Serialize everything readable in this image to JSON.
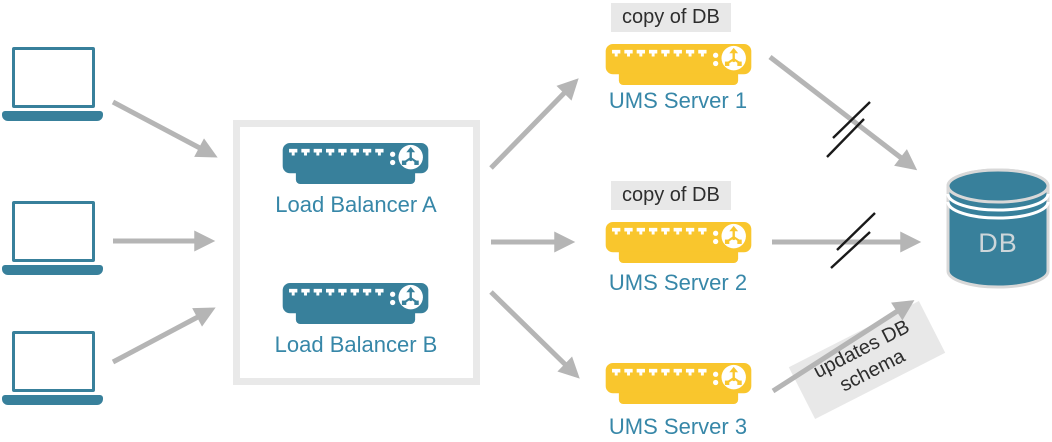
{
  "clients": [
    {
      "icon": "laptop-icon"
    },
    {
      "icon": "laptop-icon"
    },
    {
      "icon": "laptop-icon"
    }
  ],
  "load_balancers": {
    "items": [
      {
        "label": "Load Balancer A",
        "icon": "server-icon"
      },
      {
        "label": "Load Balancer B",
        "icon": "server-icon"
      }
    ]
  },
  "ums_servers": [
    {
      "label": "UMS Server 1",
      "badge": "copy of DB",
      "icon": "server-icon"
    },
    {
      "label": "UMS Server 2",
      "badge": "copy of DB",
      "icon": "server-icon"
    },
    {
      "label": "UMS Server 3",
      "icon": "server-icon"
    }
  ],
  "database": {
    "label": "DB",
    "icon": "database-cylinder-icon"
  },
  "annotations": {
    "schema_label": "updates DB schema",
    "broken_link_marker": "double-slash"
  },
  "connections": [
    {
      "from": "client-1",
      "to": "load-balancer-box"
    },
    {
      "from": "client-2",
      "to": "load-balancer-box"
    },
    {
      "from": "client-3",
      "to": "load-balancer-box"
    },
    {
      "from": "load-balancer-box",
      "to": "ums-server-1"
    },
    {
      "from": "load-balancer-box",
      "to": "ums-server-2"
    },
    {
      "from": "load-balancer-box",
      "to": "ums-server-3"
    },
    {
      "from": "ums-server-1",
      "to": "db",
      "broken": true
    },
    {
      "from": "ums-server-2",
      "to": "db",
      "broken": true
    },
    {
      "from": "ums-server-3",
      "to": "db",
      "label": "updates DB schema"
    }
  ],
  "colors": {
    "teal": "#38809B",
    "teal_text": "#3787A8",
    "yellow": "#F9C62D",
    "arrow_gray": "#B5B5B5",
    "box_border": "#E9E9E9",
    "badge_bg": "#E8E8E8",
    "badge_text": "#2E2E2E",
    "slash_black": "#1A1A1A",
    "db_outline": "#D8D8D8",
    "db_text": "#CDD6DA"
  }
}
